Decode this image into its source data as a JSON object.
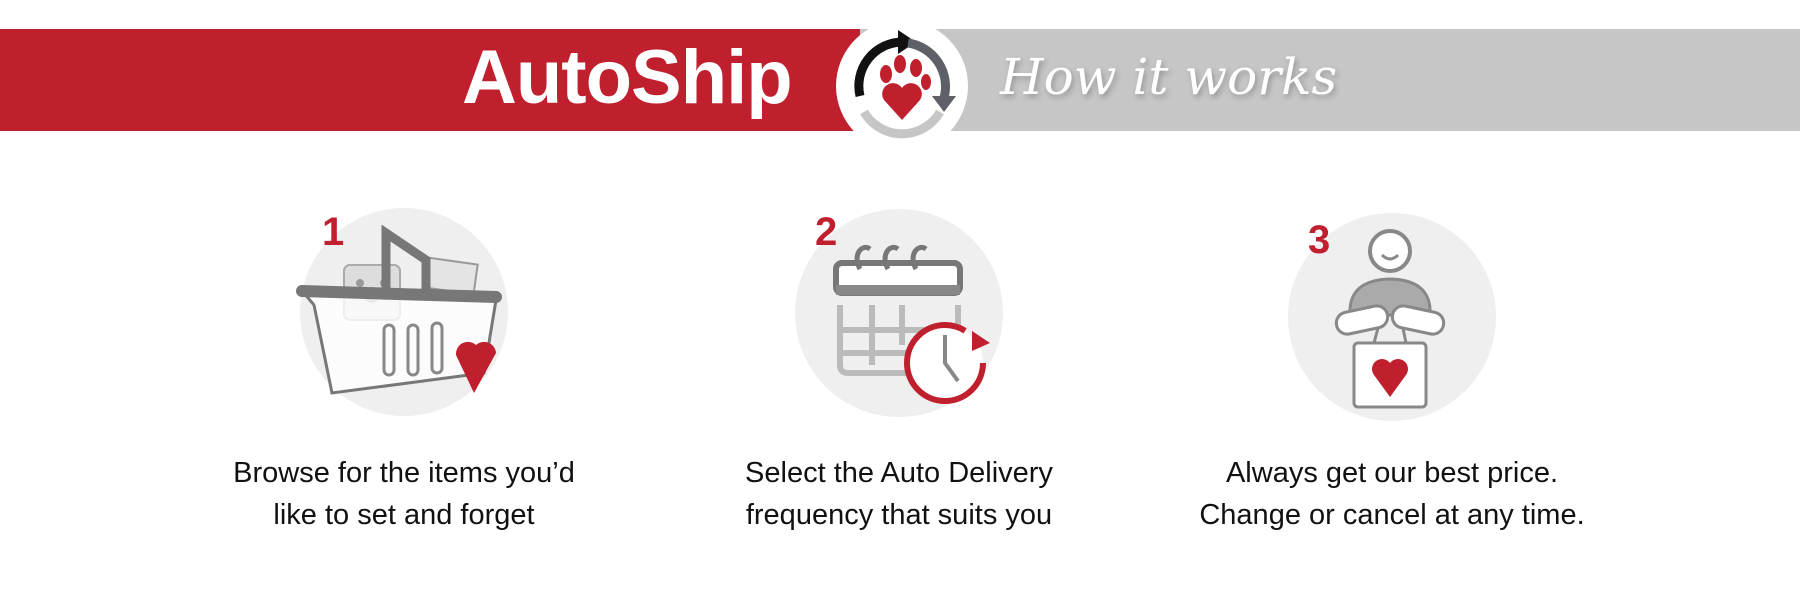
{
  "header": {
    "brand": "AutoShip",
    "subtitle": "How it works",
    "logo_icon": "paw-heart-cycle-icon"
  },
  "colors": {
    "red": "#c0202e",
    "gray": "#c6c6c6",
    "circle": "#efefef"
  },
  "steps": [
    {
      "number": "1",
      "icon": "shopping-basket-icon",
      "line1": "Browse for the items you’d",
      "line2": "like to set and forget"
    },
    {
      "number": "2",
      "icon": "calendar-clock-icon",
      "line1": "Select the Auto Delivery",
      "line2": "frequency that suits you"
    },
    {
      "number": "3",
      "icon": "person-with-bag-icon",
      "line1": "Always get our best price.",
      "line2": "Change or cancel at any time."
    }
  ]
}
